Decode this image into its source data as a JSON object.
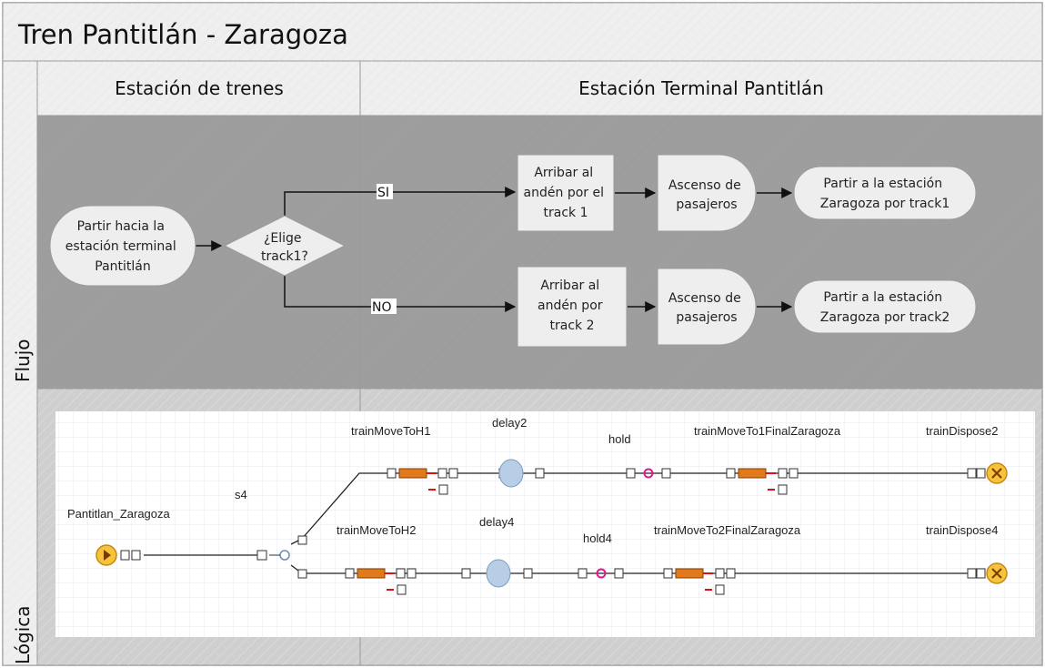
{
  "title": "Tren Pantitlán - Zaragoza",
  "lanes": {
    "col1": "Estación de trenes",
    "col2": "Estación Terminal Pantitlán",
    "row1": "Flujo",
    "row2": "Lógica"
  },
  "flow": {
    "start": [
      "Partir hacia la",
      "estación terminal",
      "Pantitlán"
    ],
    "decision": [
      "¿Elige",
      "track1?"
    ],
    "yes_label": "SI",
    "no_label": "NO",
    "arrive1": [
      "Arribar al",
      "andén por el",
      "track 1"
    ],
    "board1": [
      "Ascenso de",
      "pasajeros"
    ],
    "depart1": [
      "Partir a la estación",
      "Zaragoza por track1"
    ],
    "arrive2": [
      "Arribar al",
      "andén por",
      "track 2"
    ],
    "board2": [
      "Ascenso de",
      "pasajeros"
    ],
    "depart2": [
      "Partir a la estación",
      "Zaragoza  por track2"
    ]
  },
  "logic": {
    "source": "Pantitlan_Zaragoza",
    "selector": "s4",
    "top": {
      "move": "trainMoveToH1",
      "delay": "delay2",
      "hold": "hold",
      "final": "trainMoveTo1FinalZaragoza",
      "dispose": "trainDispose2"
    },
    "bottom": {
      "move": "trainMoveToH2",
      "delay": "delay4",
      "hold": "hold4",
      "final": "trainMoveTo2FinalZaragoza",
      "dispose": "trainDispose4"
    }
  },
  "colors": {
    "header_bg": "#efefef",
    "flow_bg": "#9e9e9e",
    "logic_bg": "#cfcfcf",
    "node_fill": "#eeeeee",
    "logic_canvas": "#ffffff",
    "grid": "#e4e9ef",
    "source_fill": "#f7c23c",
    "delay_fill": "#b8cde6",
    "hold_color": "#e0188c",
    "conveyor": "#e07a1a"
  }
}
